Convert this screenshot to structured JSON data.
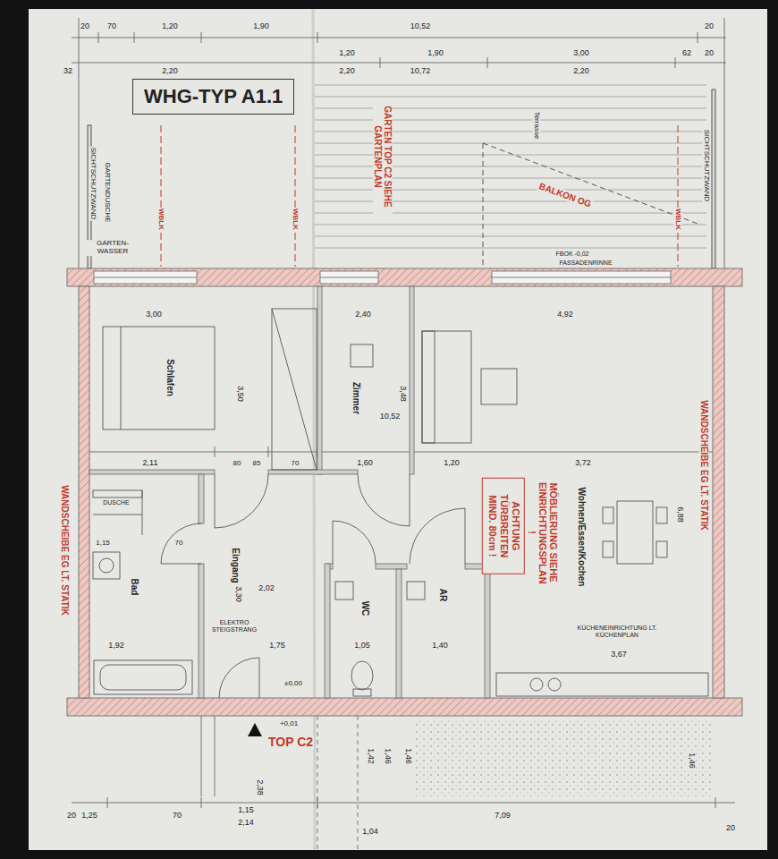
{
  "diagram": {
    "title": "WHG-TYP A1.1",
    "nodes": [
      {
        "text": [
          "Schlafen"
        ]
      },
      {
        "text": [
          "Zimmer"
        ]
      },
      {
        "text": [
          "Wohnen/Essen/Kochen"
        ]
      },
      {
        "text": [
          "Bad"
        ]
      },
      {
        "text": [
          "Eingang"
        ]
      },
      {
        "text": [
          "WC"
        ]
      },
      {
        "text": [
          "AR"
        ]
      },
      {
        "text": [
          "ACHTUNG TÜRBREITEN MIND. 80cm !"
        ],
        "in": 2
      }
    ],
    "labels": [
      "20",
      "70",
      "1,20",
      "1,90",
      "10,52",
      "20",
      "1,20",
      "1,90",
      "3,00",
      "62",
      "20",
      "32",
      "2,20",
      "2,20",
      "10,72",
      "2,20",
      "SICHTSCHUTZWAND",
      "GARTENDUSCHE",
      "GARTEN-WASSER",
      "WBLK",
      "WBLK",
      "GARTEN TOP C2 SIEHE GARTENPLAN",
      "Terrasse",
      "BALKON OG",
      "WBLK",
      "SICHTSCHUTZWAND",
      "FBOK -0,02",
      "FASSADENRINNE",
      "3,00",
      "2,40",
      "4,92",
      "3,50",
      "3,48",
      "10,52",
      "2,11",
      "80",
      "85",
      "70",
      "1,60",
      "1,20",
      "3,72",
      "6,88",
      "WANDSCHEIBE EG LT. STATIK",
      "WANDSCHEIBE EG LT. STATIK",
      "DUSCHE",
      "1,15",
      "70",
      "1,92",
      "ELEKTRO STEIGSTRANG",
      "3,30",
      "2,02",
      "1,75",
      "±0,00",
      "1,05",
      "1,40",
      "MÖBLIERUNG SIEHE EINRICHTUNGSPLAN !",
      "KÜCHENEINRICHTUNG LT. KÜCHENPLAN",
      "3,67",
      "TOP C2",
      "+0,01",
      "2,38",
      "1,42",
      "1,46",
      "1,46",
      "1,46",
      "20",
      "1,25",
      "70",
      "1,15",
      "2,14",
      "7,09",
      "1,04",
      "20"
    ]
  }
}
